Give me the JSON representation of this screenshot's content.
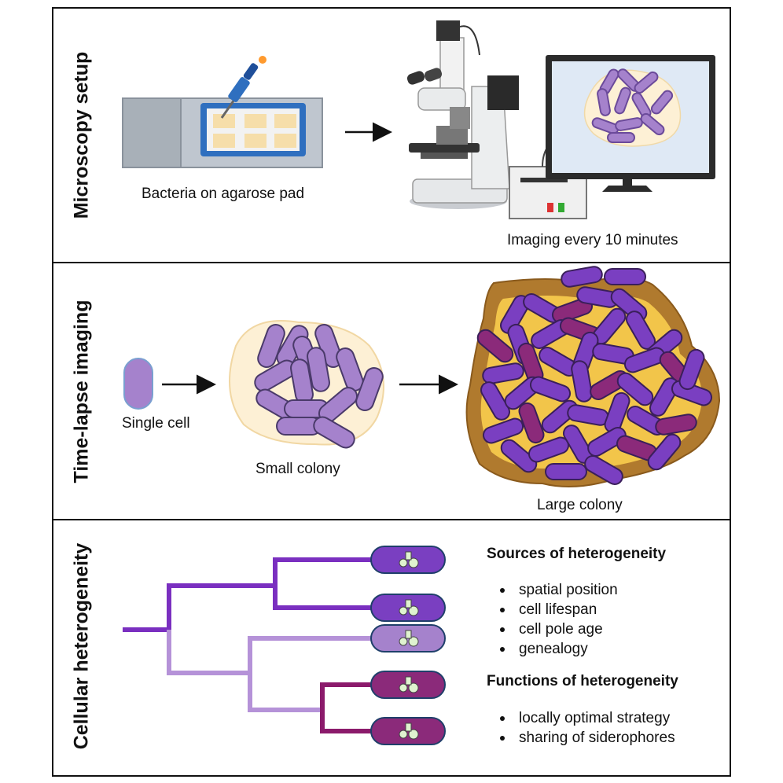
{
  "panels": {
    "setup": {
      "title": "Microscopy setup",
      "slide_caption": "Bacteria on agarose pad",
      "imaging_caption": "Imaging every 10 minutes"
    },
    "timelapse": {
      "title": "Time-lapse imaging",
      "single_cell": "Single cell",
      "small_colony": "Small colony",
      "large_colony": "Large colony"
    },
    "heterogeneity": {
      "title": "Cellular heterogeneity",
      "sources_heading": "Sources of heterogeneity",
      "sources": [
        "spatial position",
        "cell lifespan",
        "cell pole age",
        "genealogy"
      ],
      "functions_heading": "Functions of heterogeneity",
      "functions": [
        "locally optimal strategy",
        "sharing of siderophores"
      ]
    }
  },
  "colors": {
    "cell_light": "#a582cc",
    "cell_dark": "#7a3fc1",
    "cell_magenta": "#8b2a7a",
    "colony_bg": "#fdf0d5",
    "tree_purple": "#7a2fc0",
    "tree_lavender": "#b592d8",
    "tree_magenta": "#8b1a6b"
  }
}
